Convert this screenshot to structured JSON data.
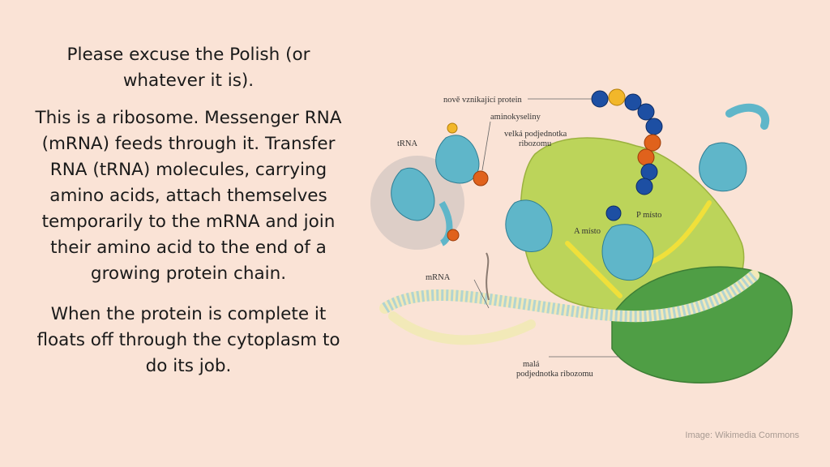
{
  "slide": {
    "paragraphs": [
      "Please excuse the Polish (or whatever it is).",
      "This is a ribosome. Messenger RNA (mRNA) feeds through it. Transfer RNA (tRNA) molecules, carrying amino acids, attach themselves temporarily to the mRNA and join their amino acid to the end of a growing protein chain.",
      "When the protein is complete it floats off through the cytoplasm to do its job."
    ],
    "credit": "Image: Wikimedia Commons"
  },
  "figure": {
    "labels": {
      "new_protein": "nově vznikající protein",
      "amino_acids": "aminokyseliny",
      "large_subunit_1": "velká podjednotka",
      "large_subunit_2": "ribozomu",
      "trna": "tRNA",
      "p_site": "P místo",
      "a_site": "A místo",
      "mrna": "mRNA",
      "small_subunit_1": "malá",
      "small_subunit_2": "podjednotka ribozomu"
    },
    "colors": {
      "background": "#fae3d6",
      "large_subunit": "#bcd45a",
      "small_subunit": "#4f9e45",
      "trna": "#5fb6c9",
      "amino_blue": "#1d4fa3",
      "amino_orange": "#e0621c",
      "amino_yellow": "#f2b72a",
      "mrna_strand": "#f2e9b8",
      "arrow": "#f0e03a"
    }
  }
}
